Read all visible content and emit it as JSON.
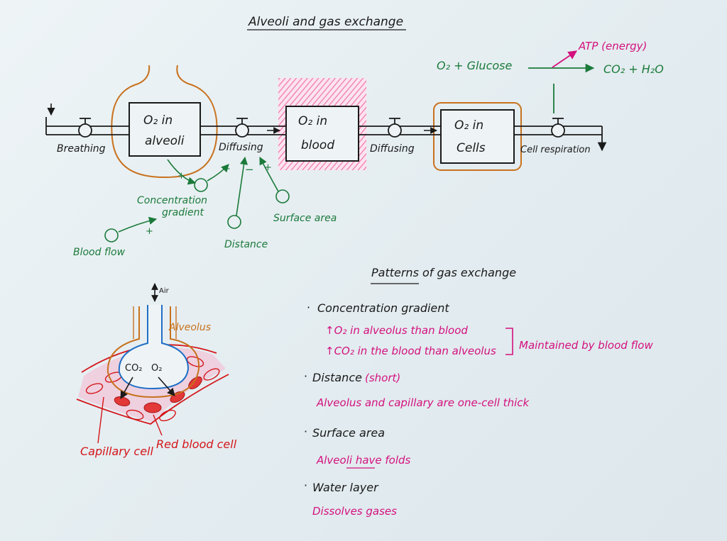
{
  "title": "Alveoli and gas exchange",
  "top_diagram": {
    "box_alveoli": [
      "O₂ in",
      "alveoli"
    ],
    "box_blood": [
      "O₂ in",
      "blood"
    ],
    "box_cells": [
      "O₂ in",
      "Cells"
    ],
    "valve_breathing": "Breathing",
    "valve_diffusing_1": "Diffusing",
    "valve_diffusing_2": "Diffusing",
    "valve_cell_respiration": "Cell respiration",
    "reaction_left": "O₂ + Glucose",
    "reaction_right": "CO₂ + H₂O",
    "reaction_atp": "ATP (energy)",
    "factor_concentration": [
      "Concentration",
      "gradient"
    ],
    "factor_blood_flow": "Blood flow",
    "factor_distance": "Distance",
    "factor_surface_area": "Surface area",
    "sign_plus": "+",
    "sign_minus": "−"
  },
  "alveolus_diagram": {
    "air": "Air",
    "alveolus": "Alveolus",
    "co2": "CO₂",
    "o2": "O₂",
    "capillary_cell": "Capillary cell",
    "red_blood_cell": "Red blood cell"
  },
  "patterns": {
    "heading": "Patterns of gas exchange",
    "concentration": "Concentration gradient",
    "conc_line1": "↑O₂ in alveolus than blood",
    "conc_line2": "↑CO₂ in the blood than alveolus",
    "maintained": "Maintained by blood flow",
    "distance": "Distance",
    "distance_short": "(short)",
    "distance_line": "Alveolus and capillary are one-cell thick",
    "surface": "Surface area",
    "surface_line": "Alveoli have folds",
    "water": "Water layer",
    "water_line": "Dissolves gases"
  },
  "colors": {
    "ink": "#1a1a1a",
    "green": "#1b7a3a",
    "magenta": "#d4117e",
    "orange": "#c8721e",
    "red": "#d4161a",
    "blue": "#1f6fc7",
    "hatch_pink": "#f06aa8"
  }
}
